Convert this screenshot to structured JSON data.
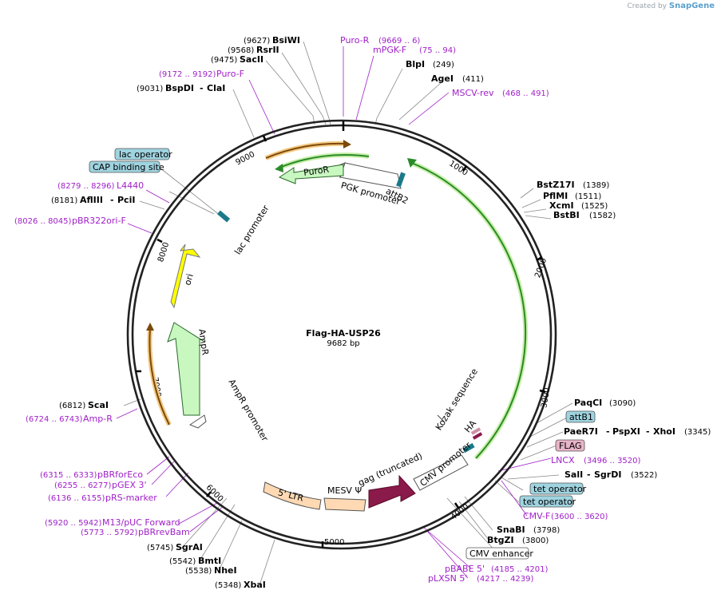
{
  "credit": {
    "prefix": "Created by",
    "brand": "SnapGene"
  },
  "plasmid": {
    "name": "Flag-HA-USP26",
    "length": "9682 bp"
  },
  "ticks": [
    "1000",
    "2000",
    "3000",
    "4000",
    "5000",
    "6000",
    "7000",
    "8000",
    "9000"
  ],
  "features": {
    "puroR": "PuroR",
    "attB2": "attB2",
    "pgk": "PGK promoter",
    "lacprom": "lac promoter",
    "ori": "ori",
    "ampR": "AmpR",
    "ampRprom": "AmpR promoter",
    "ltr": "5' LTR",
    "mesv": "MESV Ψ",
    "gag": "gag (truncated)",
    "cmvprom": "CMV promoter",
    "kozak": "Kozak sequence",
    "ha": "HA"
  },
  "boxes": {
    "lacop": "lac operator",
    "cap": "CAP binding site",
    "attB1": "attB1",
    "flag": "FLAG",
    "tet1": "tet operator",
    "tet2": "tet operator",
    "cmvenh": "CMV enhancer"
  },
  "enzymes": {
    "bsiwi": {
      "pos": "(9627)",
      "name": "BsiWI"
    },
    "rsrii": {
      "pos": "(9568)",
      "name": "RsrII"
    },
    "sacii": {
      "pos": "(9475)",
      "name": "SacII"
    },
    "bspdi": {
      "pos": "(9031)",
      "name": "BspDI",
      "name2": "ClaI"
    },
    "afliii": {
      "pos": "(8181)",
      "name": "AflIII",
      "name2": "PciI"
    },
    "blpi": {
      "name": "BlpI",
      "pos": "(249)"
    },
    "agei": {
      "name": "AgeI",
      "pos": "(411)"
    },
    "bstz17i": {
      "name": "BstZ17I",
      "pos": "(1389)"
    },
    "pflmi": {
      "name": "PflMI",
      "pos": "(1511)"
    },
    "xcmi": {
      "name": "XcmI",
      "pos": "(1525)"
    },
    "bstbi": {
      "name": "BstBI",
      "pos": "(1582)"
    },
    "paqci": {
      "name": "PaqCI",
      "pos": "(3090)"
    },
    "paer7i": {
      "name": "PaeR7I",
      "name2": "PspXI",
      "name3": "XhoI",
      "pos": "(3345)"
    },
    "sali": {
      "name": "SalI",
      "name2": "SgrDI",
      "pos": "(3522)"
    },
    "snabi": {
      "name": "SnaBI",
      "pos": "(3798)"
    },
    "btgzi": {
      "name": "BtgZI",
      "pos": "(3800)"
    },
    "scai": {
      "pos": "(6812)",
      "name": "ScaI"
    },
    "sgrai": {
      "pos": "(5745)",
      "name": "SgrAI"
    },
    "bmti": {
      "pos": "(5542)",
      "name": "BmtI"
    },
    "nhei": {
      "pos": "(5538)",
      "name": "NheI"
    },
    "xbai": {
      "pos": "(5348)",
      "name": "XbaI"
    }
  },
  "primers": {
    "puror": {
      "name": "Puro-R",
      "pos": "(9669 .. 6)"
    },
    "mpgk": {
      "name": "mPGK-F",
      "pos": "(75 .. 94)"
    },
    "purof": {
      "pos": "(9172 .. 9192)",
      "name": "Puro-F"
    },
    "msgv": {
      "name": "MSCV-rev",
      "pos": "(468 .. 491)"
    },
    "l4440": {
      "pos": "(8279 .. 8296)",
      "name": "L4440"
    },
    "pbr322": {
      "pos": "(8026 .. 8045)",
      "name": "pBR322ori-F"
    },
    "lncx": {
      "name": "LNCX",
      "pos": "(3496 .. 3520)"
    },
    "cmvf": {
      "name": "CMV-F",
      "pos": "(3600 .. 3620)"
    },
    "pbabe": {
      "name": "pBABE 5'",
      "pos": "(4185 .. 4201)"
    },
    "plxsn": {
      "name": "pLXSN 5'",
      "pos": "(4217 .. 4239)"
    },
    "ampr": {
      "pos": "(6724 .. 6743)",
      "name": "Amp-R"
    },
    "pbrforeco": {
      "pos": "(6315 .. 6333)",
      "name": "pBRforEco"
    },
    "pgex": {
      "pos": "(6255 .. 6277)",
      "name": "pGEX 3'"
    },
    "prs": {
      "pos": "(6136 .. 6155)",
      "name": "pRS-marker"
    },
    "m13": {
      "pos": "(5920 .. 5942)",
      "name": "M13/pUC Forward"
    },
    "pbrrev": {
      "pos": "(5773 .. 5792)",
      "name": "pBRrevBam"
    }
  }
}
